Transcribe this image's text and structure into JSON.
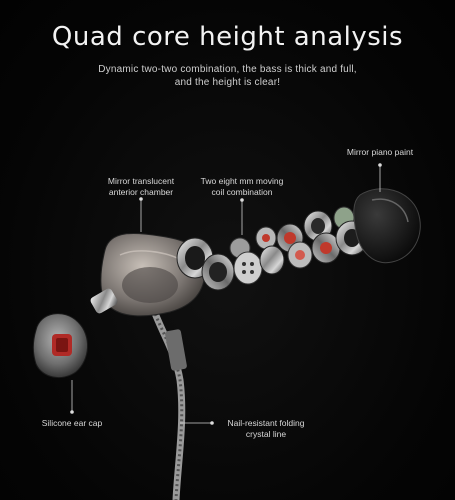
{
  "header": {
    "title": "Quad core height analysis",
    "subtitle_line1": "Dynamic two-two combination, the bass is thick and full,",
    "subtitle_line2": "and the height is clear!"
  },
  "callouts": {
    "mirror_translucent": [
      "Mirror translucent",
      "anterior chamber"
    ],
    "moving_coil": [
      "Two eight mm moving",
      "coil combination"
    ],
    "piano_paint": "Mirror piano paint",
    "ear_cap": "Silicone ear cap",
    "crystal_line": [
      "Nail-resistant folding",
      "crystal line"
    ]
  },
  "colors": {
    "background": "#060606",
    "text": "#f2f2f2",
    "accent_red": "#c0392b"
  }
}
